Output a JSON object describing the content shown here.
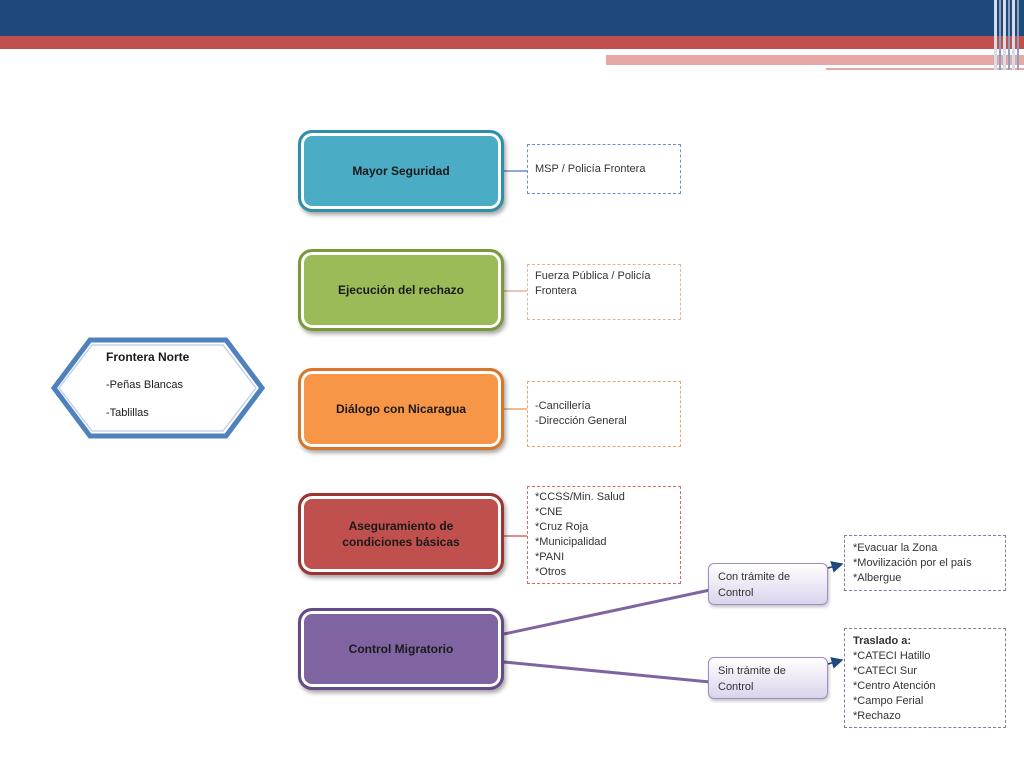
{
  "diagram": {
    "root": {
      "title": "Frontera Norte",
      "items": [
        "-Peñas Blancas",
        "-Tablillas"
      ]
    },
    "categories": [
      {
        "label": "Mayor Seguridad",
        "color": "#4bacc6",
        "border": "#2f8fa8",
        "details": [
          "MSP / Policía Frontera"
        ],
        "detail_border": "#6f8fc8"
      },
      {
        "label": "Ejecución del rechazo",
        "color": "#9bbb59",
        "border": "#7a9a3a",
        "details": [
          "Fuerza Pública / Policía",
          "Frontera"
        ],
        "detail_border": "#e0b69a"
      },
      {
        "label": "Diálogo con Nicaragua",
        "color": "#f79646",
        "border": "#d8762a",
        "details": [
          "-Cancillería",
          "-Dirección General"
        ],
        "detail_border": "#e9a86a"
      },
      {
        "label": "Aseguramiento de condiciones básicas",
        "color": "#c0504d",
        "border": "#9c3431",
        "details": [
          "*CCSS/Min. Salud",
          "*CNE",
          "*Cruz Roja",
          "*Municipalidad",
          "*PANI",
          "*Otros"
        ],
        "detail_border": "#d76b6b"
      },
      {
        "label": "Control Migratorio",
        "color": "#8064a2",
        "border": "#644a86",
        "details": [],
        "detail_border": ""
      }
    ],
    "subnodes": [
      {
        "label": "Con trámite de Control",
        "results": [
          "*Evacuar la Zona",
          "*Movilización por el país",
          "*Albergue"
        ],
        "results_title": ""
      },
      {
        "label": "Sin trámite de Control",
        "results": [
          "*CATECI Hatillo",
          "*CATECI Sur",
          "*Centro Atención",
          "*Campo Ferial",
          "*Rechazo"
        ],
        "results_title": "Traslado a:"
      }
    ]
  },
  "colors": {
    "header_blue": "#1f497d",
    "header_red": "#c0504d",
    "hexagon_border": "#4f81bd",
    "connector_purple": "#8064a2"
  }
}
